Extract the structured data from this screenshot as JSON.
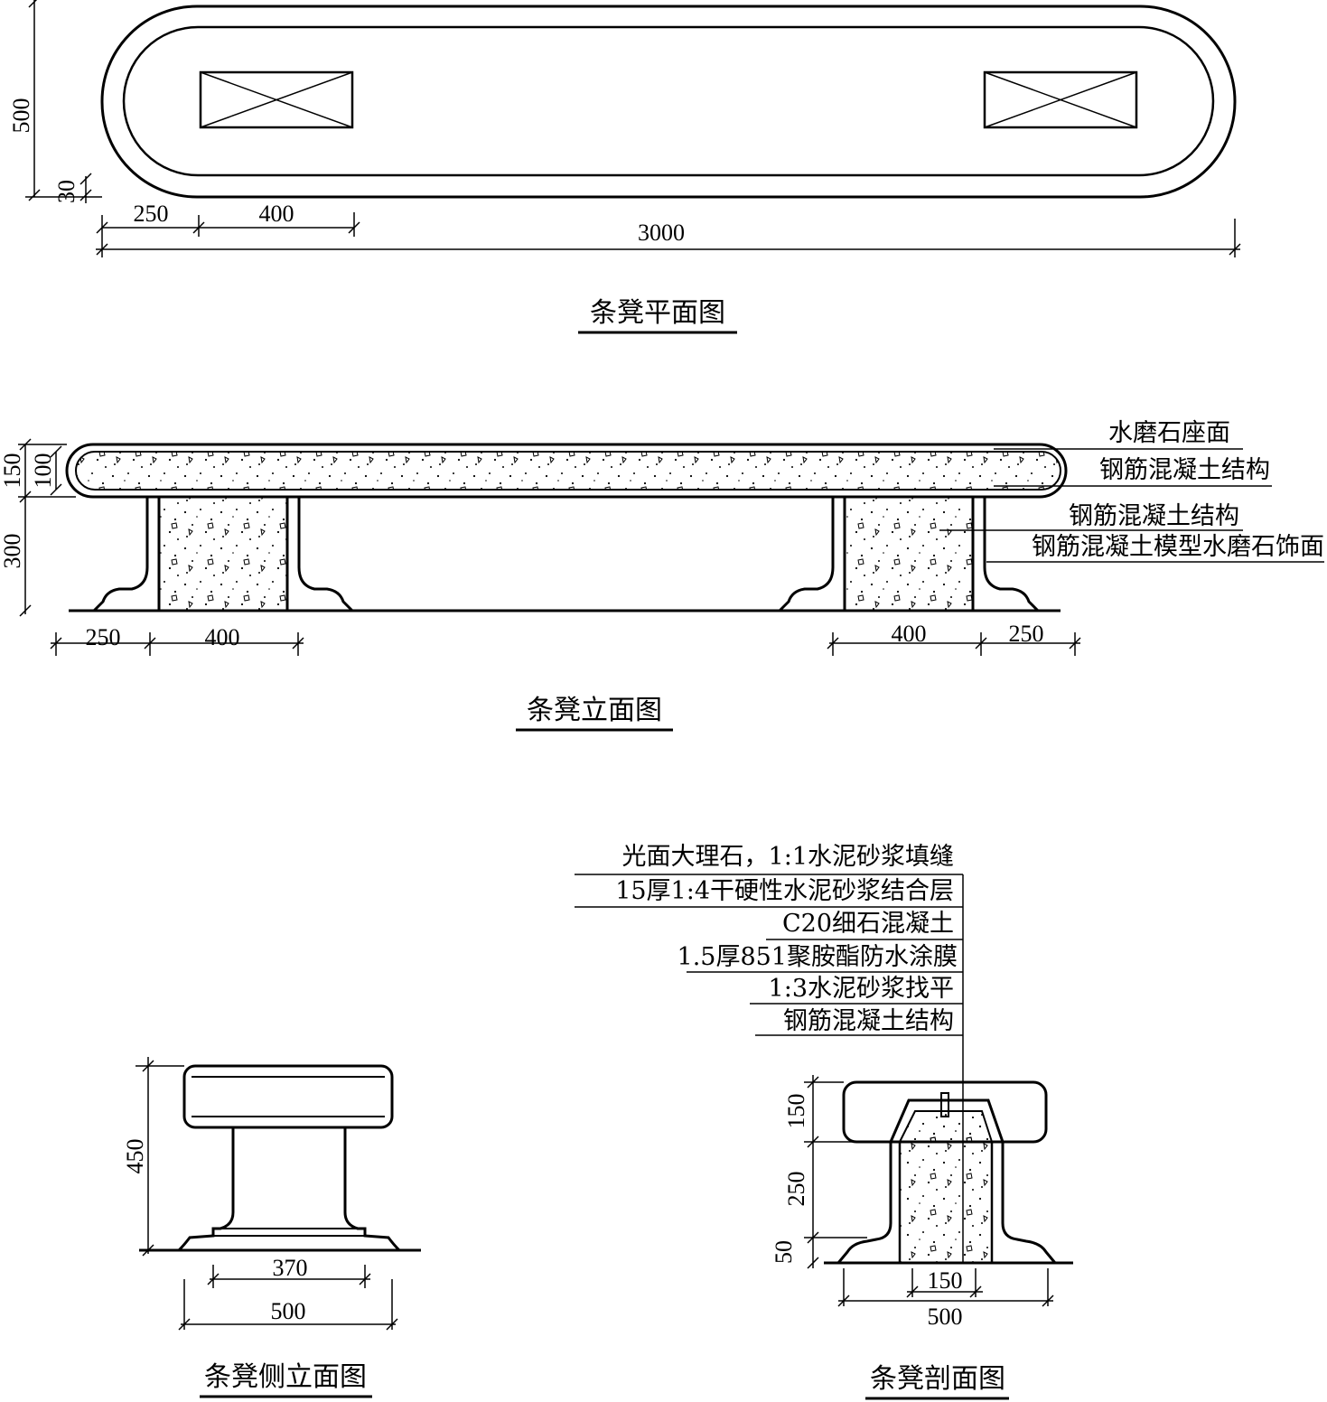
{
  "plan": {
    "title": "条凳平面图",
    "dims": {
      "height": "500",
      "offset": "30",
      "left": "250",
      "hole": "400",
      "total": "3000"
    }
  },
  "elevation": {
    "title": "条凳立面图",
    "dims": {
      "seat_total": "150",
      "seat_core": "100",
      "leg_height": "300",
      "left_offset": "250",
      "left_leg": "400",
      "right_leg": "400",
      "right_offset": "250"
    },
    "labels": [
      "水磨石座面",
      "钢筋混凝土结构",
      "钢筋混凝土结构",
      "钢筋混凝土模型水磨石饰面"
    ]
  },
  "side": {
    "title": "条凳侧立面图",
    "dims": {
      "height": "450",
      "inner": "370",
      "outer": "500"
    }
  },
  "section": {
    "title": "条凳剖面图",
    "dims": {
      "seat": "150",
      "leg": "250",
      "base": "50",
      "inner": "150",
      "outer": "500"
    },
    "layers": [
      "光面大理石，1:1水泥砂浆填缝",
      "15厚1:4干硬性水泥砂浆结合层",
      "C20细石混凝土",
      "1.5厚851聚胺酯防水涂膜",
      "1:3水泥砂浆找平",
      "钢筋混凝土结构"
    ]
  }
}
